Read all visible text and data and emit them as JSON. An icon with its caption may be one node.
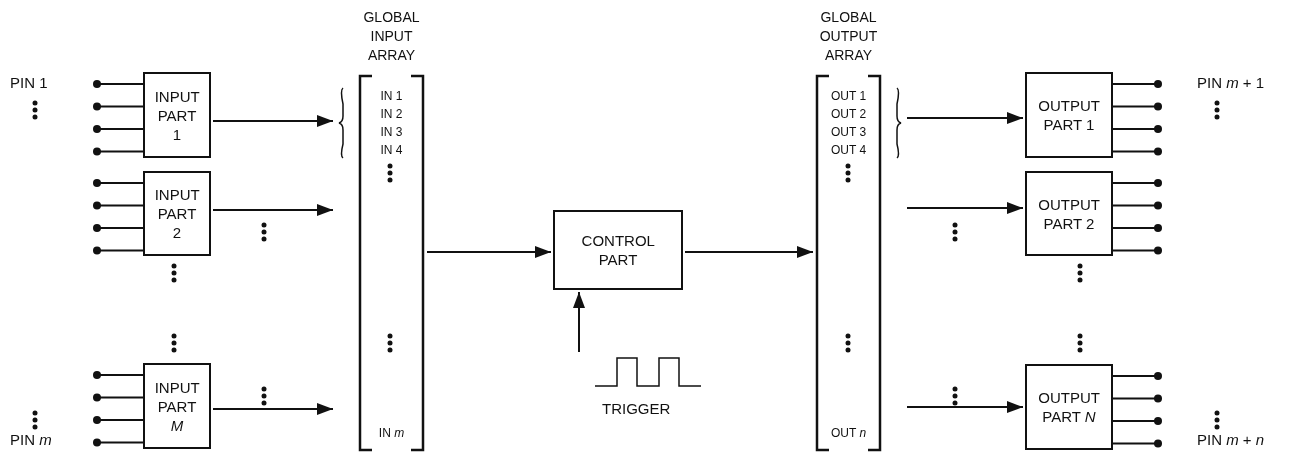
{
  "diagram": {
    "nodes": [
      {
        "text": [
          "INPUT PART 1"
        ]
      },
      {
        "text": [
          "INPUT PART 2"
        ]
      },
      {
        "text": [
          "INPUT PART *M*"
        ]
      },
      {
        "text": [
          "GLOBAL INPUT ARRAY",
          "IN 1",
          "IN 2",
          "IN 3",
          "IN 4",
          "IN *m*"
        ]
      },
      {
        "text": [
          "CONTROL PART"
        ]
      },
      {
        "text": [
          "TRIGGER"
        ]
      },
      {
        "text": [
          "GLOBAL OUTPUT ARRAY",
          "OUT 1",
          "OUT 2",
          "OUT 3",
          "OUT 4",
          "OUT *n*"
        ]
      },
      {
        "text": [
          "OUTPUT PART 1"
        ]
      },
      {
        "text": [
          "OUTPUT PART 2"
        ]
      },
      {
        "text": [
          "OUTPUT PART *N*"
        ]
      }
    ],
    "edges": [
      {
        "from": 0,
        "to": 3,
        "arrow": "to"
      },
      {
        "from": 1,
        "to": 3,
        "arrow": "to"
      },
      {
        "from": 2,
        "to": 3,
        "arrow": "to"
      },
      {
        "from": 3,
        "to": 4,
        "arrow": "to"
      },
      {
        "from": 5,
        "to": 4,
        "arrow": "to"
      },
      {
        "from": 4,
        "to": 6,
        "arrow": "to"
      },
      {
        "from": 6,
        "to": 7,
        "arrow": "to"
      },
      {
        "from": 6,
        "to": 8,
        "arrow": "to"
      },
      {
        "from": 6,
        "to": 9,
        "arrow": "to"
      }
    ],
    "labels": [
      "PIN 1",
      "PIN *m*",
      "PIN *m* + 1",
      "PIN *m* + *n*"
    ]
  }
}
